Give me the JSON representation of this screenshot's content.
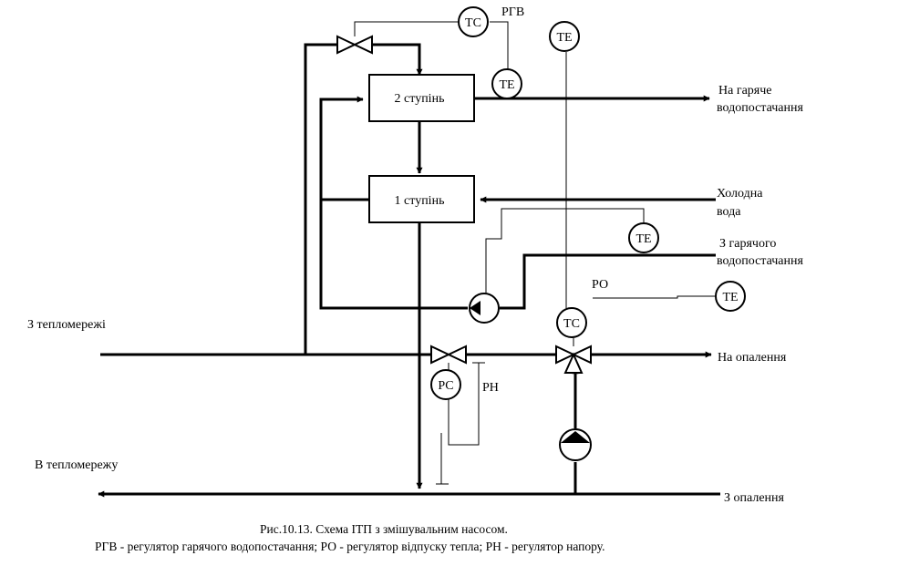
{
  "figure": {
    "caption_line1": "Рис.10.13.  Схема ІТП з змішувальним насосом.",
    "caption_line2": "РГВ - регулятор гарячого водопостачання; РО - регулятор відпуску тепла; РН - регулятор напору."
  },
  "blocks": {
    "stage2": "2 ступінь",
    "stage1": "1 ступінь"
  },
  "instruments": {
    "tc": "ТС",
    "te": "ТЕ",
    "rs": "РС"
  },
  "regulators": {
    "rgv": "РГВ",
    "ro": "РО",
    "rn": "РН"
  },
  "labels": {
    "hot_supply_1": "На гаряче",
    "hot_supply_2": "водопостачання",
    "cold_water_1": "Холодна",
    "cold_water_2": "вода",
    "hot_return_1": "З гарячого",
    "hot_return_2": "водопостачання",
    "from_network": "З тепломережі",
    "to_heating": "На опалення",
    "to_network": "В тепломережу",
    "from_heating": "З опалення"
  }
}
